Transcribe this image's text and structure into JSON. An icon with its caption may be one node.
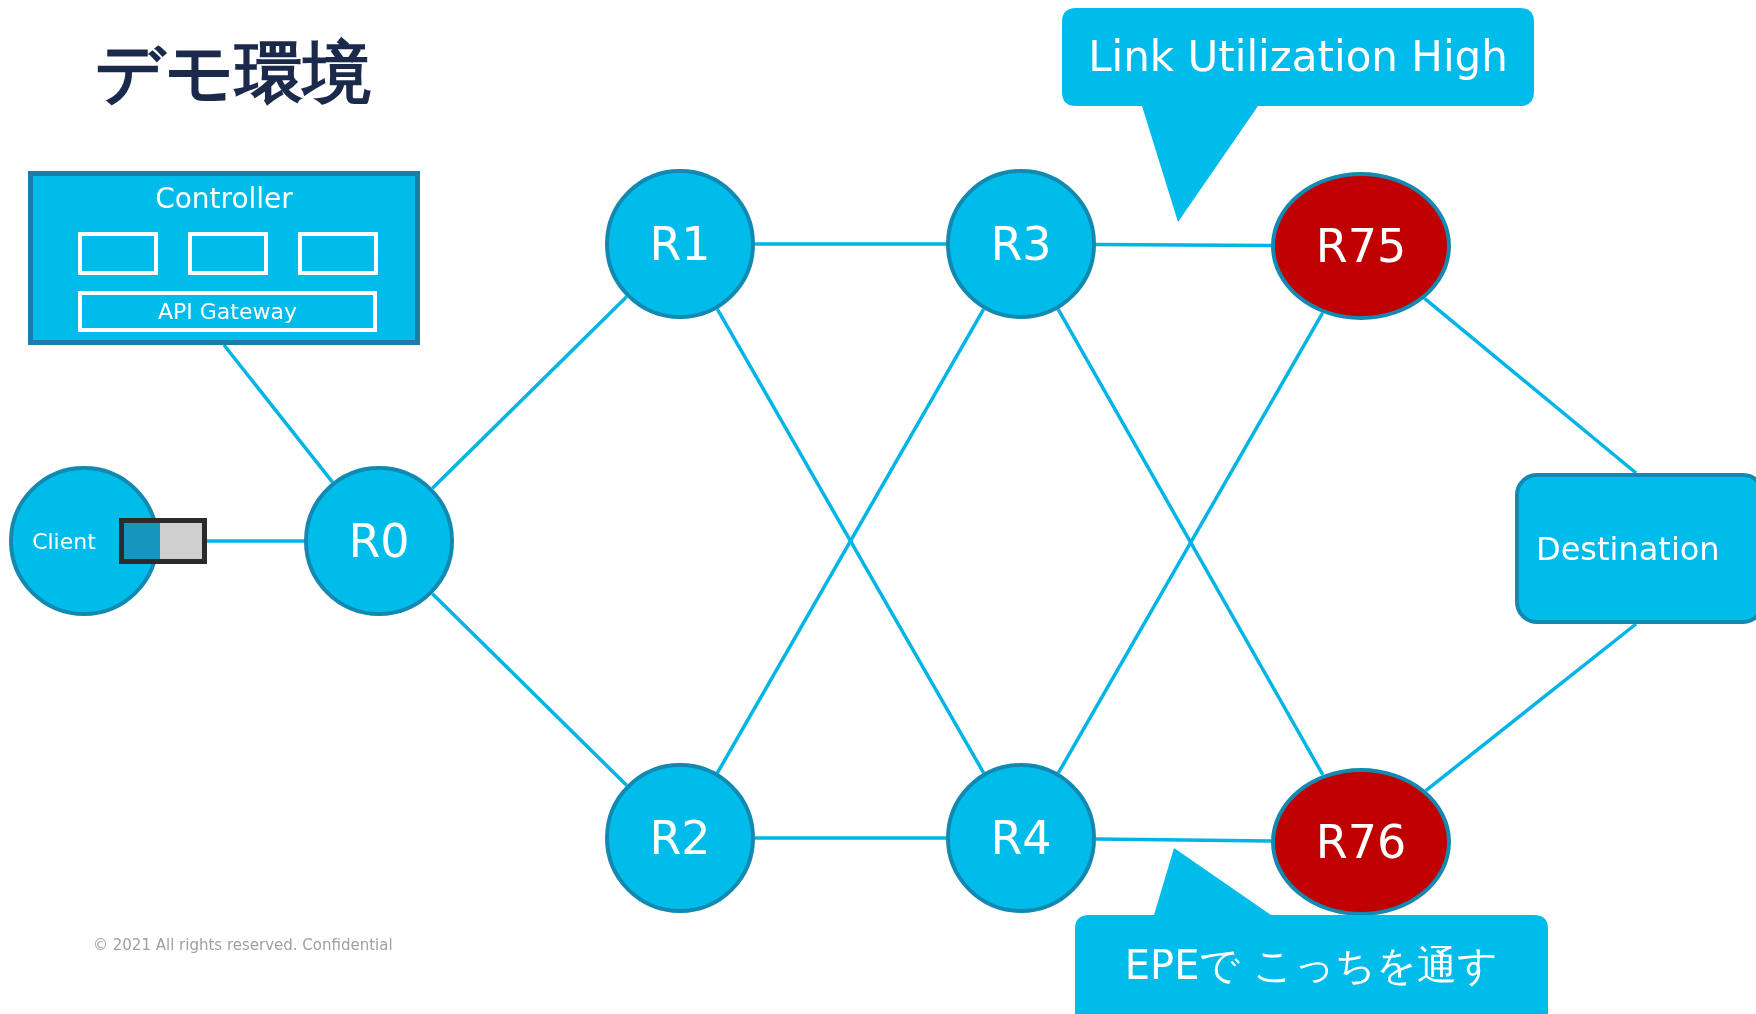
{
  "diagram": {
    "title": "デモ環境",
    "nodes": [
      {
        "text": [
          "Controller"
        ]
      },
      {
        "text": [],
        "shape": "box",
        "in": 0
      },
      {
        "text": [],
        "shape": "box",
        "in": 0
      },
      {
        "text": [],
        "shape": "box",
        "in": 0
      },
      {
        "text": [
          "API Gateway"
        ],
        "in": 0
      },
      {
        "text": [
          "R1"
        ]
      },
      {
        "text": [
          "R3"
        ]
      },
      {
        "text": [
          "R75"
        ]
      },
      {
        "text": [
          "Link Utilization High"
        ]
      },
      {
        "text": [
          "Client"
        ]
      },
      {
        "text": [
          "R0"
        ]
      },
      {
        "text": [
          "Destination"
        ]
      },
      {
        "text": [
          "R2"
        ]
      },
      {
        "text": [
          "R4"
        ]
      },
      {
        "text": [
          "R76"
        ]
      },
      {
        "text": [
          "EPEで こっちを通す"
        ]
      }
    ],
    "edges": [
      {
        "from": 0,
        "to": 10,
        "arrow": "none"
      },
      {
        "from": 9,
        "to": 10,
        "arrow": "none"
      },
      {
        "from": 10,
        "to": 5,
        "arrow": "none"
      },
      {
        "from": 10,
        "to": 12,
        "arrow": "none"
      },
      {
        "from": 5,
        "to": 6,
        "arrow": "none"
      },
      {
        "from": 5,
        "to": 13,
        "arrow": "none"
      },
      {
        "from": 12,
        "to": 6,
        "arrow": "none"
      },
      {
        "from": 12,
        "to": 13,
        "arrow": "none"
      },
      {
        "from": 6,
        "to": 7,
        "arrow": "none"
      },
      {
        "from": 6,
        "to": 14,
        "arrow": "none"
      },
      {
        "from": 13,
        "to": 7,
        "arrow": "none"
      },
      {
        "from": 13,
        "to": 14,
        "arrow": "none"
      },
      {
        "from": 7,
        "to": 11,
        "arrow": "none"
      },
      {
        "from": 14,
        "to": 11,
        "arrow": "none"
      }
    ],
    "labels": [
      "© 2021 All rights reserved. Confidential"
    ]
  }
}
